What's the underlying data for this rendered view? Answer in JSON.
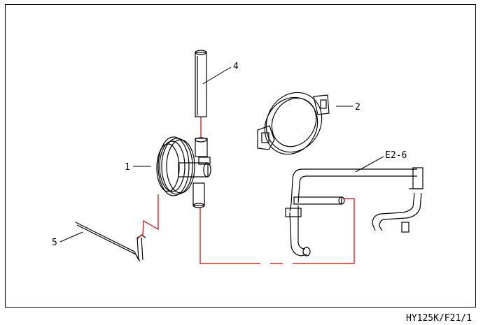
{
  "diagram": {
    "callouts": {
      "part_1": "1",
      "part_2": "2",
      "part_4": "4",
      "part_5": "5",
      "part_e2_6": "E2-6"
    },
    "footer_code": "HY125K/F21/1"
  },
  "colors": {
    "outline": "#000000",
    "hose": "#cc0000",
    "background": "#ffffff"
  }
}
